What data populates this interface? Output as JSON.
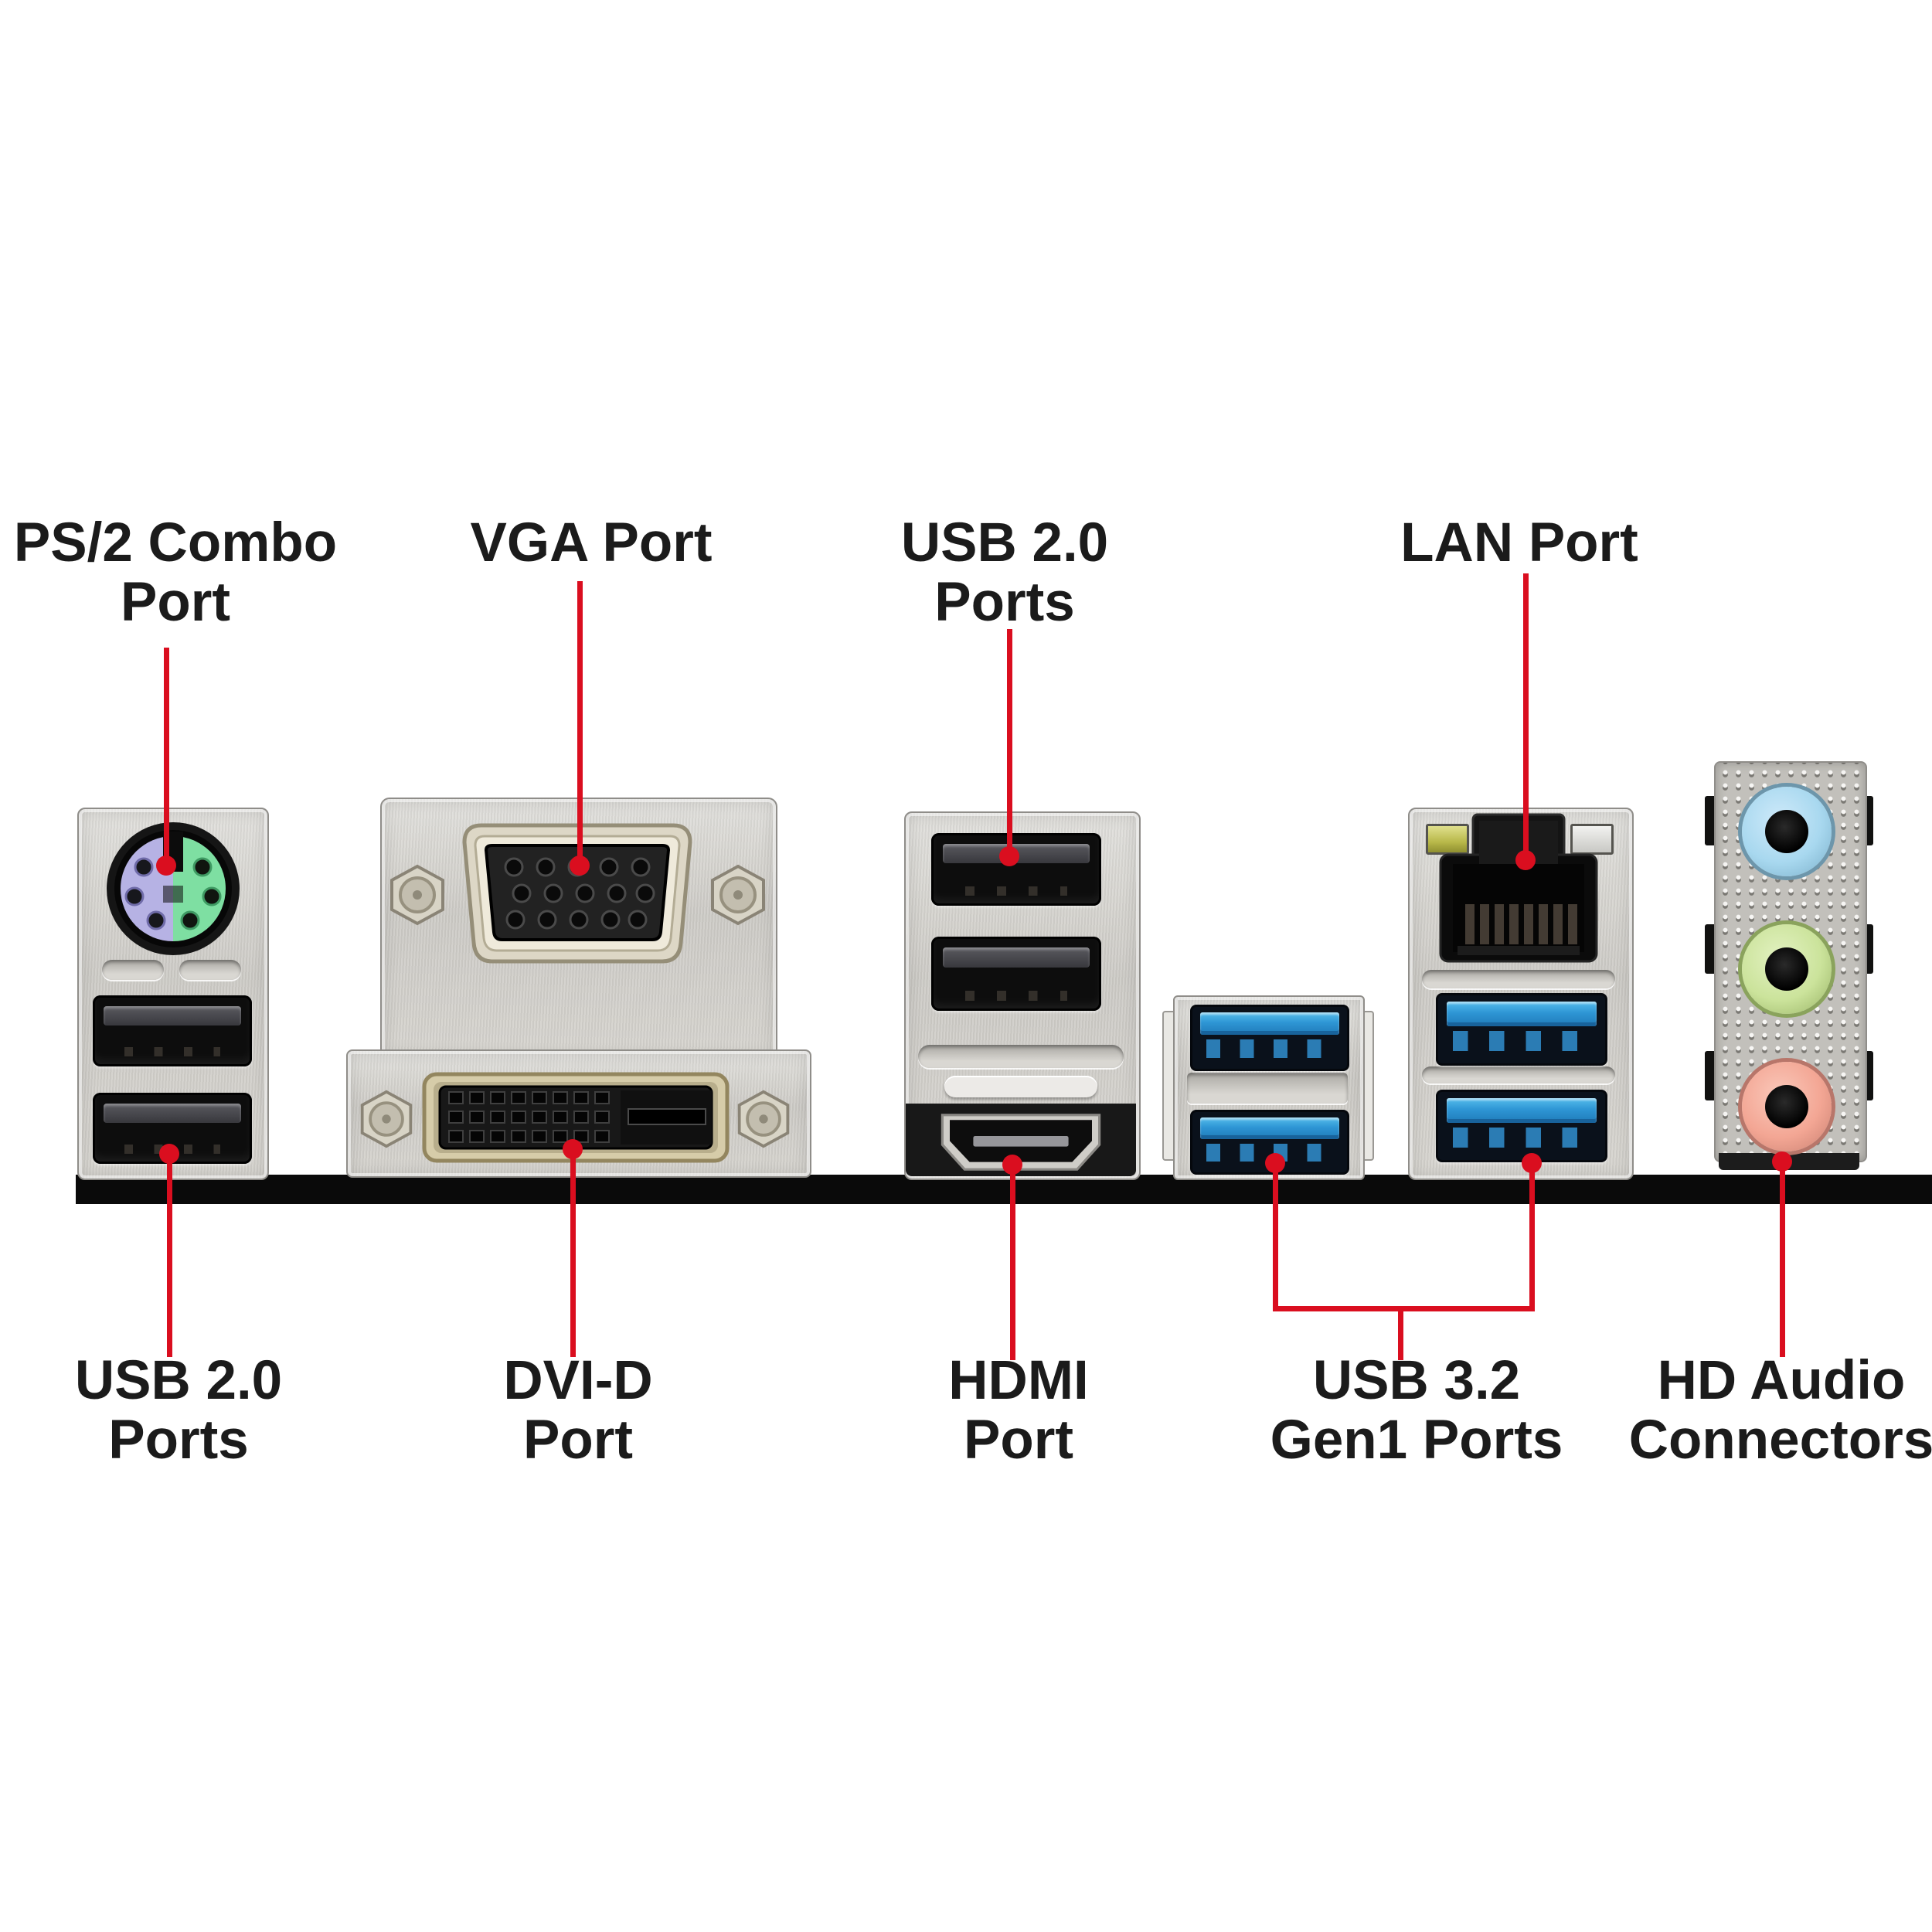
{
  "figure": {
    "type": "motherboard-rear-io-diagram",
    "description": "Rear I/O panel port identification diagram"
  },
  "labels": {
    "ps2": {
      "line1": "PS/2 Combo",
      "line2": "Port"
    },
    "vga": {
      "line1": "VGA Port"
    },
    "usb2_top": {
      "line1": "USB 2.0",
      "line2": "Ports"
    },
    "lan": {
      "line1": "LAN Port"
    },
    "usb2_bottom": {
      "line1": "USB 2.0",
      "line2": "Ports"
    },
    "dvi": {
      "line1": "DVI-D",
      "line2": "Port"
    },
    "hdmi": {
      "line1": "HDMI",
      "line2": "Port"
    },
    "usb32": {
      "line1": "USB 3.2",
      "line2": "Gen1 Ports"
    },
    "hd_audio": {
      "line1": "HD Audio",
      "line2": "Connectors"
    }
  },
  "colors": {
    "accent_red": "#da0e1f",
    "text_black": "#1b1b1b",
    "ps2_purple": "#b6b2e4",
    "ps2_green": "#7edfa2",
    "usb3_blue": "#2e96d5",
    "audio_blue_ring": "#a8d8ef",
    "audio_green_ring": "#cbe39b",
    "audio_pink_ring": "#f3a694",
    "led_yellow": "#b9b94a",
    "board_edge_black": "#0a0a0a",
    "metal_gray": "#d2d0cb"
  }
}
